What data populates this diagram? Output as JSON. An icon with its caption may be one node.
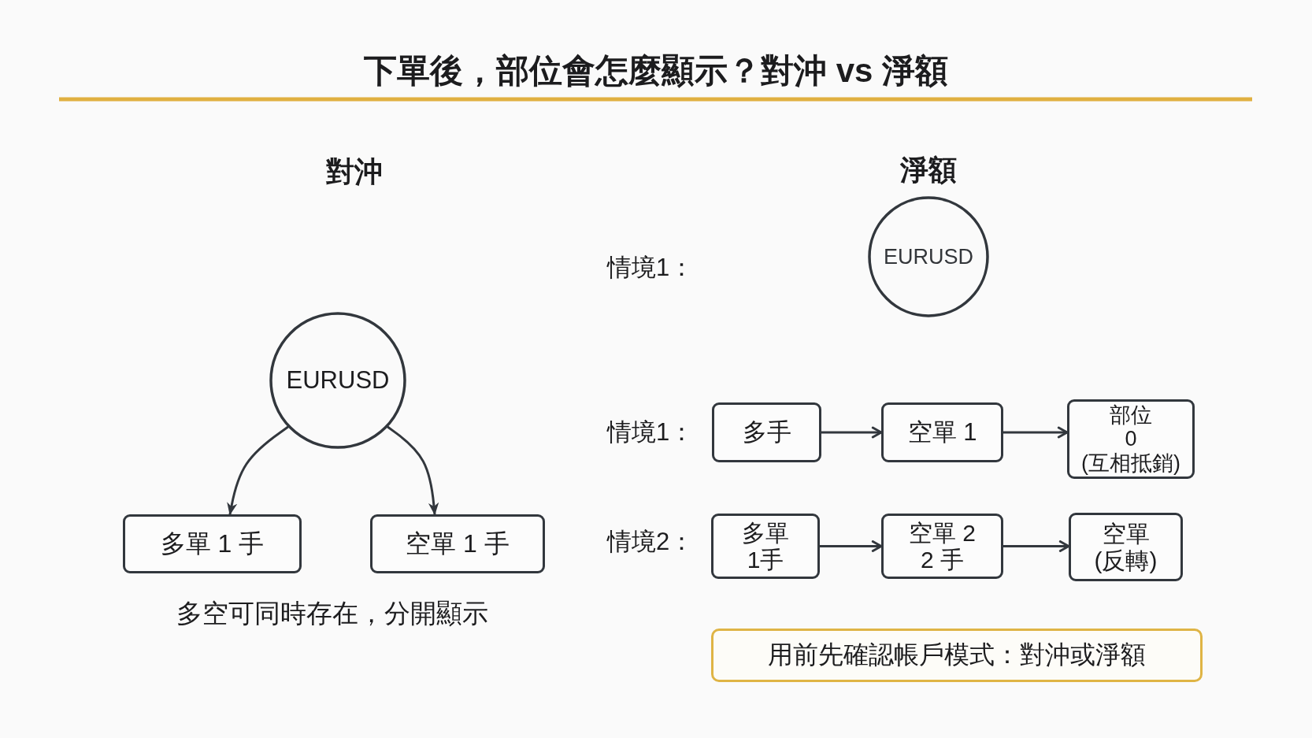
{
  "diagram": {
    "title": "下單後，部位會怎麼顯示？對沖 vs 淨額",
    "nodes": [
      {
        "text": [
          "EURUSD"
        ]
      },
      {
        "text": [
          "多單 1 手"
        ]
      },
      {
        "text": [
          "空單 1 手"
        ]
      },
      {
        "text": [
          "EURUSD"
        ]
      },
      {
        "text": [
          "多手"
        ]
      },
      {
        "text": [
          "空單 1"
        ]
      },
      {
        "text": [
          "部位",
          "0",
          "(互相抵銷)"
        ]
      },
      {
        "text": [
          "多單",
          "1手"
        ]
      },
      {
        "text": [
          "空單 2",
          "2 手"
        ]
      },
      {
        "text": [
          "空單",
          "(反轉)"
        ]
      },
      {
        "text": [
          "用前先確認帳戶模式：對沖或淨額"
        ]
      }
    ],
    "edges": [
      {
        "from": 0,
        "to": 1,
        "arrow": "to"
      },
      {
        "from": 0,
        "to": 2,
        "arrow": "to"
      },
      {
        "from": 4,
        "to": 5,
        "arrow": "to"
      },
      {
        "from": 5,
        "to": 6,
        "arrow": "to"
      },
      {
        "from": 7,
        "to": 8,
        "arrow": "to"
      },
      {
        "from": 8,
        "to": 9,
        "arrow": "to"
      }
    ],
    "labels": [
      "對沖",
      "淨額",
      "情境1：",
      "情境1：",
      "情境2：",
      "多空可同時存在，分開顯示"
    ]
  }
}
